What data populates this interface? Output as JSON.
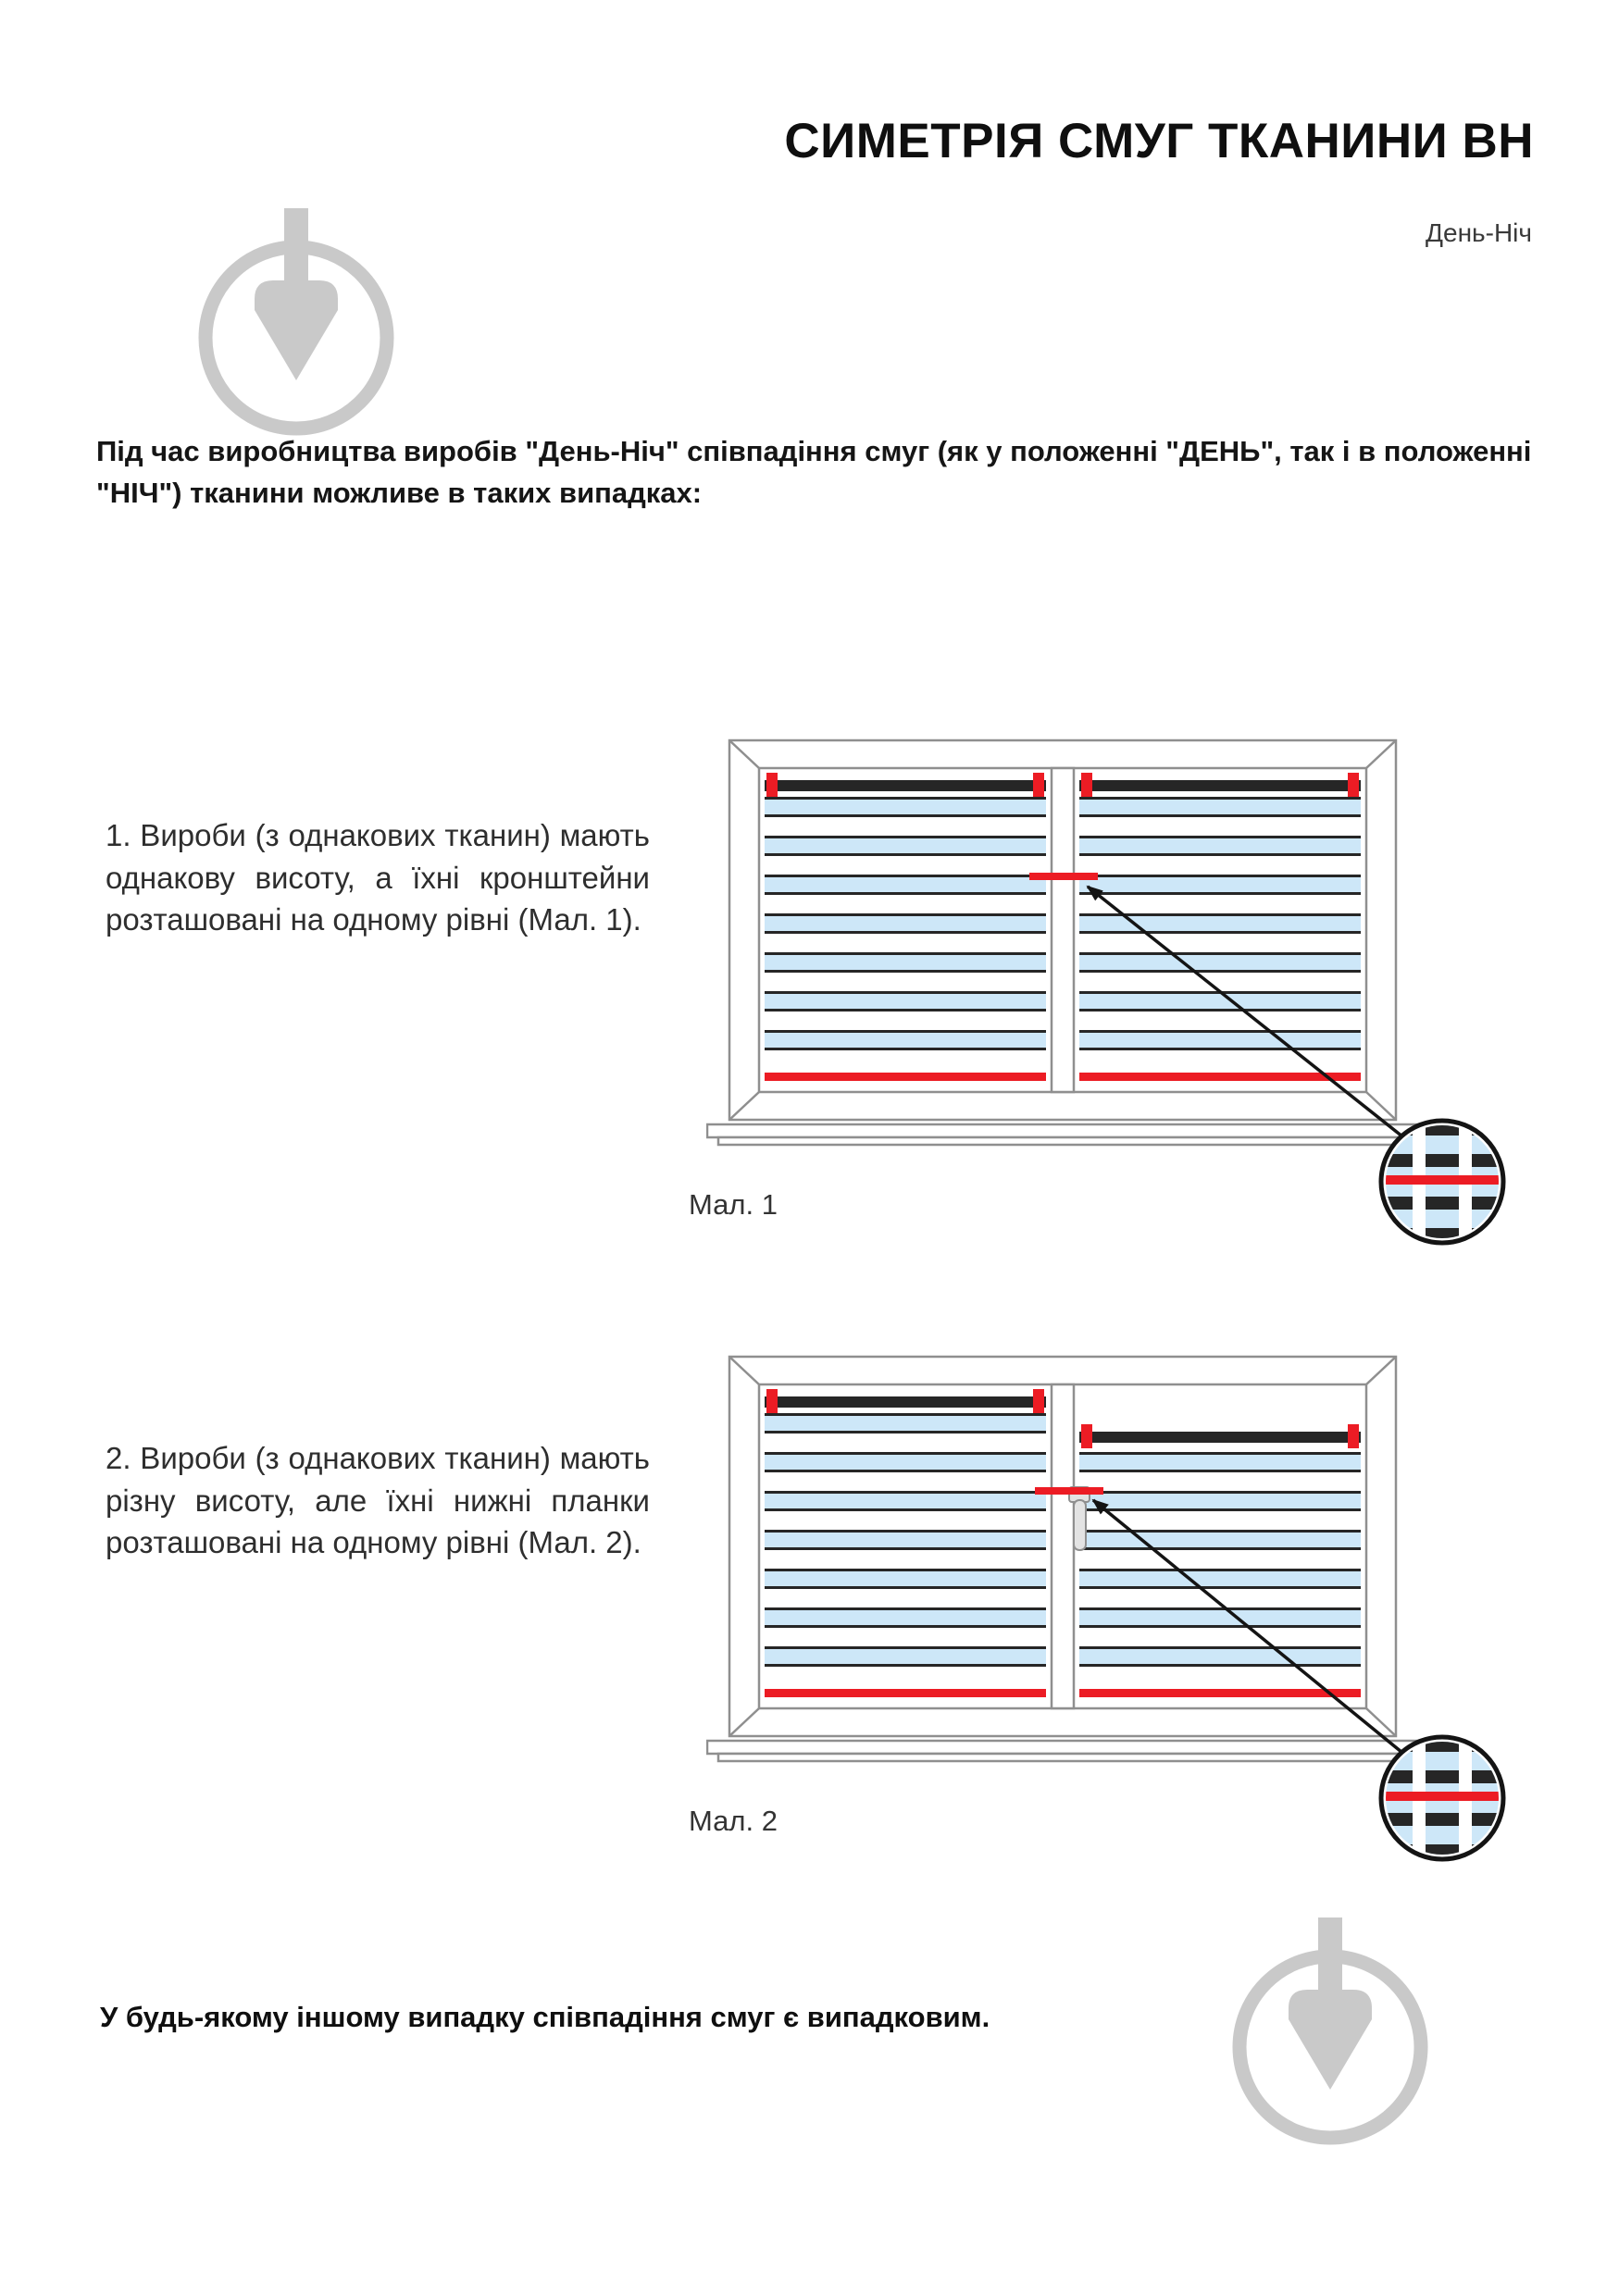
{
  "header": {
    "title": "СИМЕТРІЯ СМУГ ТКАНИНИ ВН",
    "subtitle": "День-Ніч"
  },
  "intro": {
    "text": "Під час виробництва виробів \"День-Ніч\" співпадіння смуг (як у положенні \"ДЕНЬ\", так і в положенні \"НІЧ\") тканини можливе в таких випадках:"
  },
  "sections": [
    {
      "text": "1. Вироби (з однакових тканин) мають однакову висоту, а їхні кронштейни розташовані на одному рівні (Мал. 1).",
      "caption": "Мал. 1"
    },
    {
      "text": "2. Вироби (з однакових тканин) мають різну висоту, але їхні нижні планки розташовані на одному рівні (Мал. 2).",
      "caption": "Мал. 2"
    }
  ],
  "footer": {
    "text": "У будь-якому іншому випадку співпадіння смуг є випадковим."
  },
  "icons": {
    "watermark": "plumb-bob-brand-logo",
    "figure_detail": "magnifier-stripe-detail",
    "figure_pointer": "arrow-pointer"
  },
  "colors": {
    "accent_red": "#ec1c24",
    "stripe_blue": "#cde7f8",
    "stripe_dark": "#262626",
    "frame_gray": "#8f8f8f",
    "watermark_gray": "#c9c9c9"
  }
}
